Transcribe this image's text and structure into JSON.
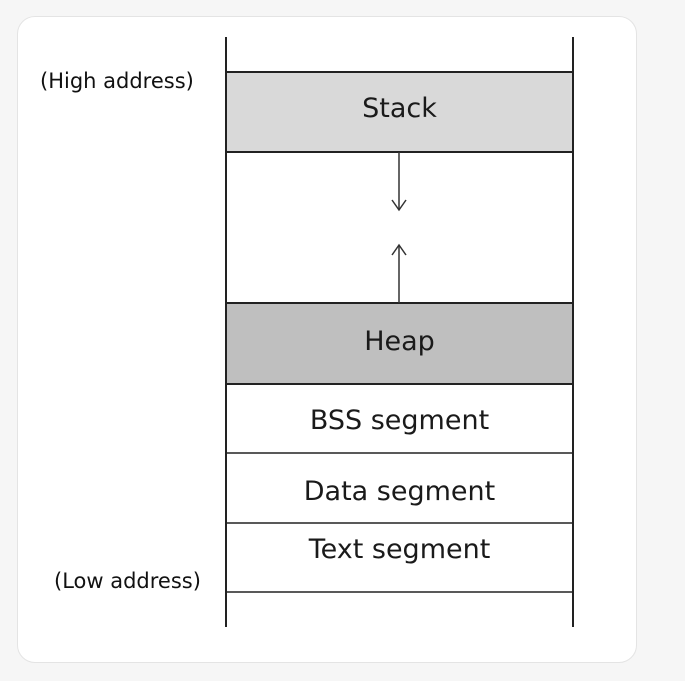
{
  "address_labels": {
    "high": "(High address)",
    "low": "(Low address)"
  },
  "segments": {
    "stack": "Stack",
    "heap": "Heap",
    "bss": "BSS segment",
    "data": "Data segment",
    "text": "Text segment"
  },
  "colors": {
    "stack_fill": "#d9d9d9",
    "heap_fill": "#bfbfbf",
    "line": "#222222",
    "card_border": "#e4e4e4"
  },
  "icons": {
    "stack_growth": "arrow-down-icon",
    "heap_growth": "arrow-up-icon"
  }
}
